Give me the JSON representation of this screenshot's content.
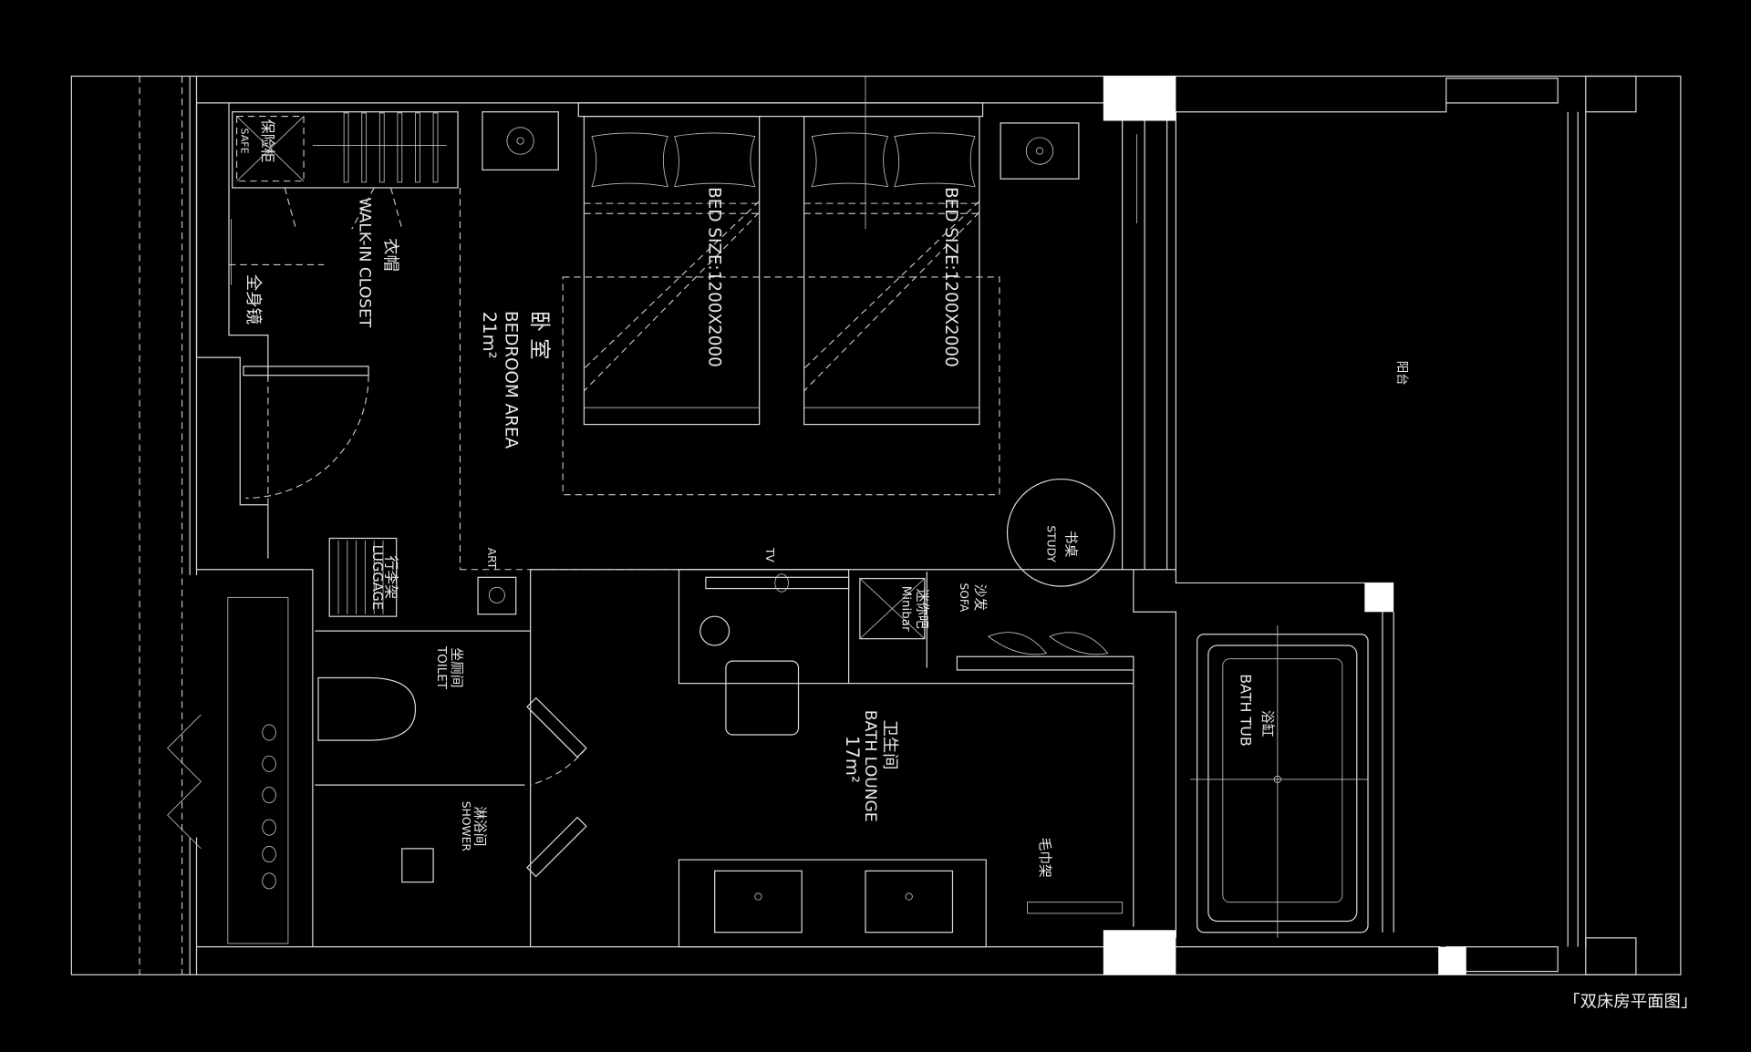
{
  "drawing_title": "「双床房平面图」",
  "rooms": {
    "safe": {
      "cn": "保险柜",
      "en": "SAFE"
    },
    "closet": {
      "cn": "衣帽",
      "en": "WALK-IN CLOSET"
    },
    "mirror": {
      "cn": "全身镜"
    },
    "bedroom": {
      "cn": "卧 室",
      "en": "BEDROOM AREA",
      "area": "21m²"
    },
    "bed1": {
      "label": "BED SIZE:1200X2000"
    },
    "bed2": {
      "label": "BED SIZE:1200X2000"
    },
    "study": {
      "cn": "书桌",
      "en": "STUDY"
    },
    "sofa": {
      "cn": "沙发",
      "en": "SOFA"
    },
    "minibar": {
      "cn": "迷你吧",
      "en": "Minibar"
    },
    "tv": {
      "en": "TV"
    },
    "art": {
      "en": "ART"
    },
    "luggage": {
      "cn": "行李架",
      "en": "LUGGAGE"
    },
    "toilet": {
      "cn": "坐厕间",
      "en": "TOILET"
    },
    "shower": {
      "cn": "淋浴间",
      "en": "SHOWER"
    },
    "bath_lounge": {
      "cn": "卫生间",
      "en": "BATH LOUNGE",
      "area": "17m²"
    },
    "towel_rack": {
      "cn": "毛巾架"
    },
    "bathtub": {
      "cn": "浴缸",
      "en": "BATH TUB"
    },
    "balcony": {
      "cn": "阳台"
    }
  },
  "colors": {
    "background": "#000000",
    "line": "#d8d8d8",
    "column": "#ffffff"
  }
}
